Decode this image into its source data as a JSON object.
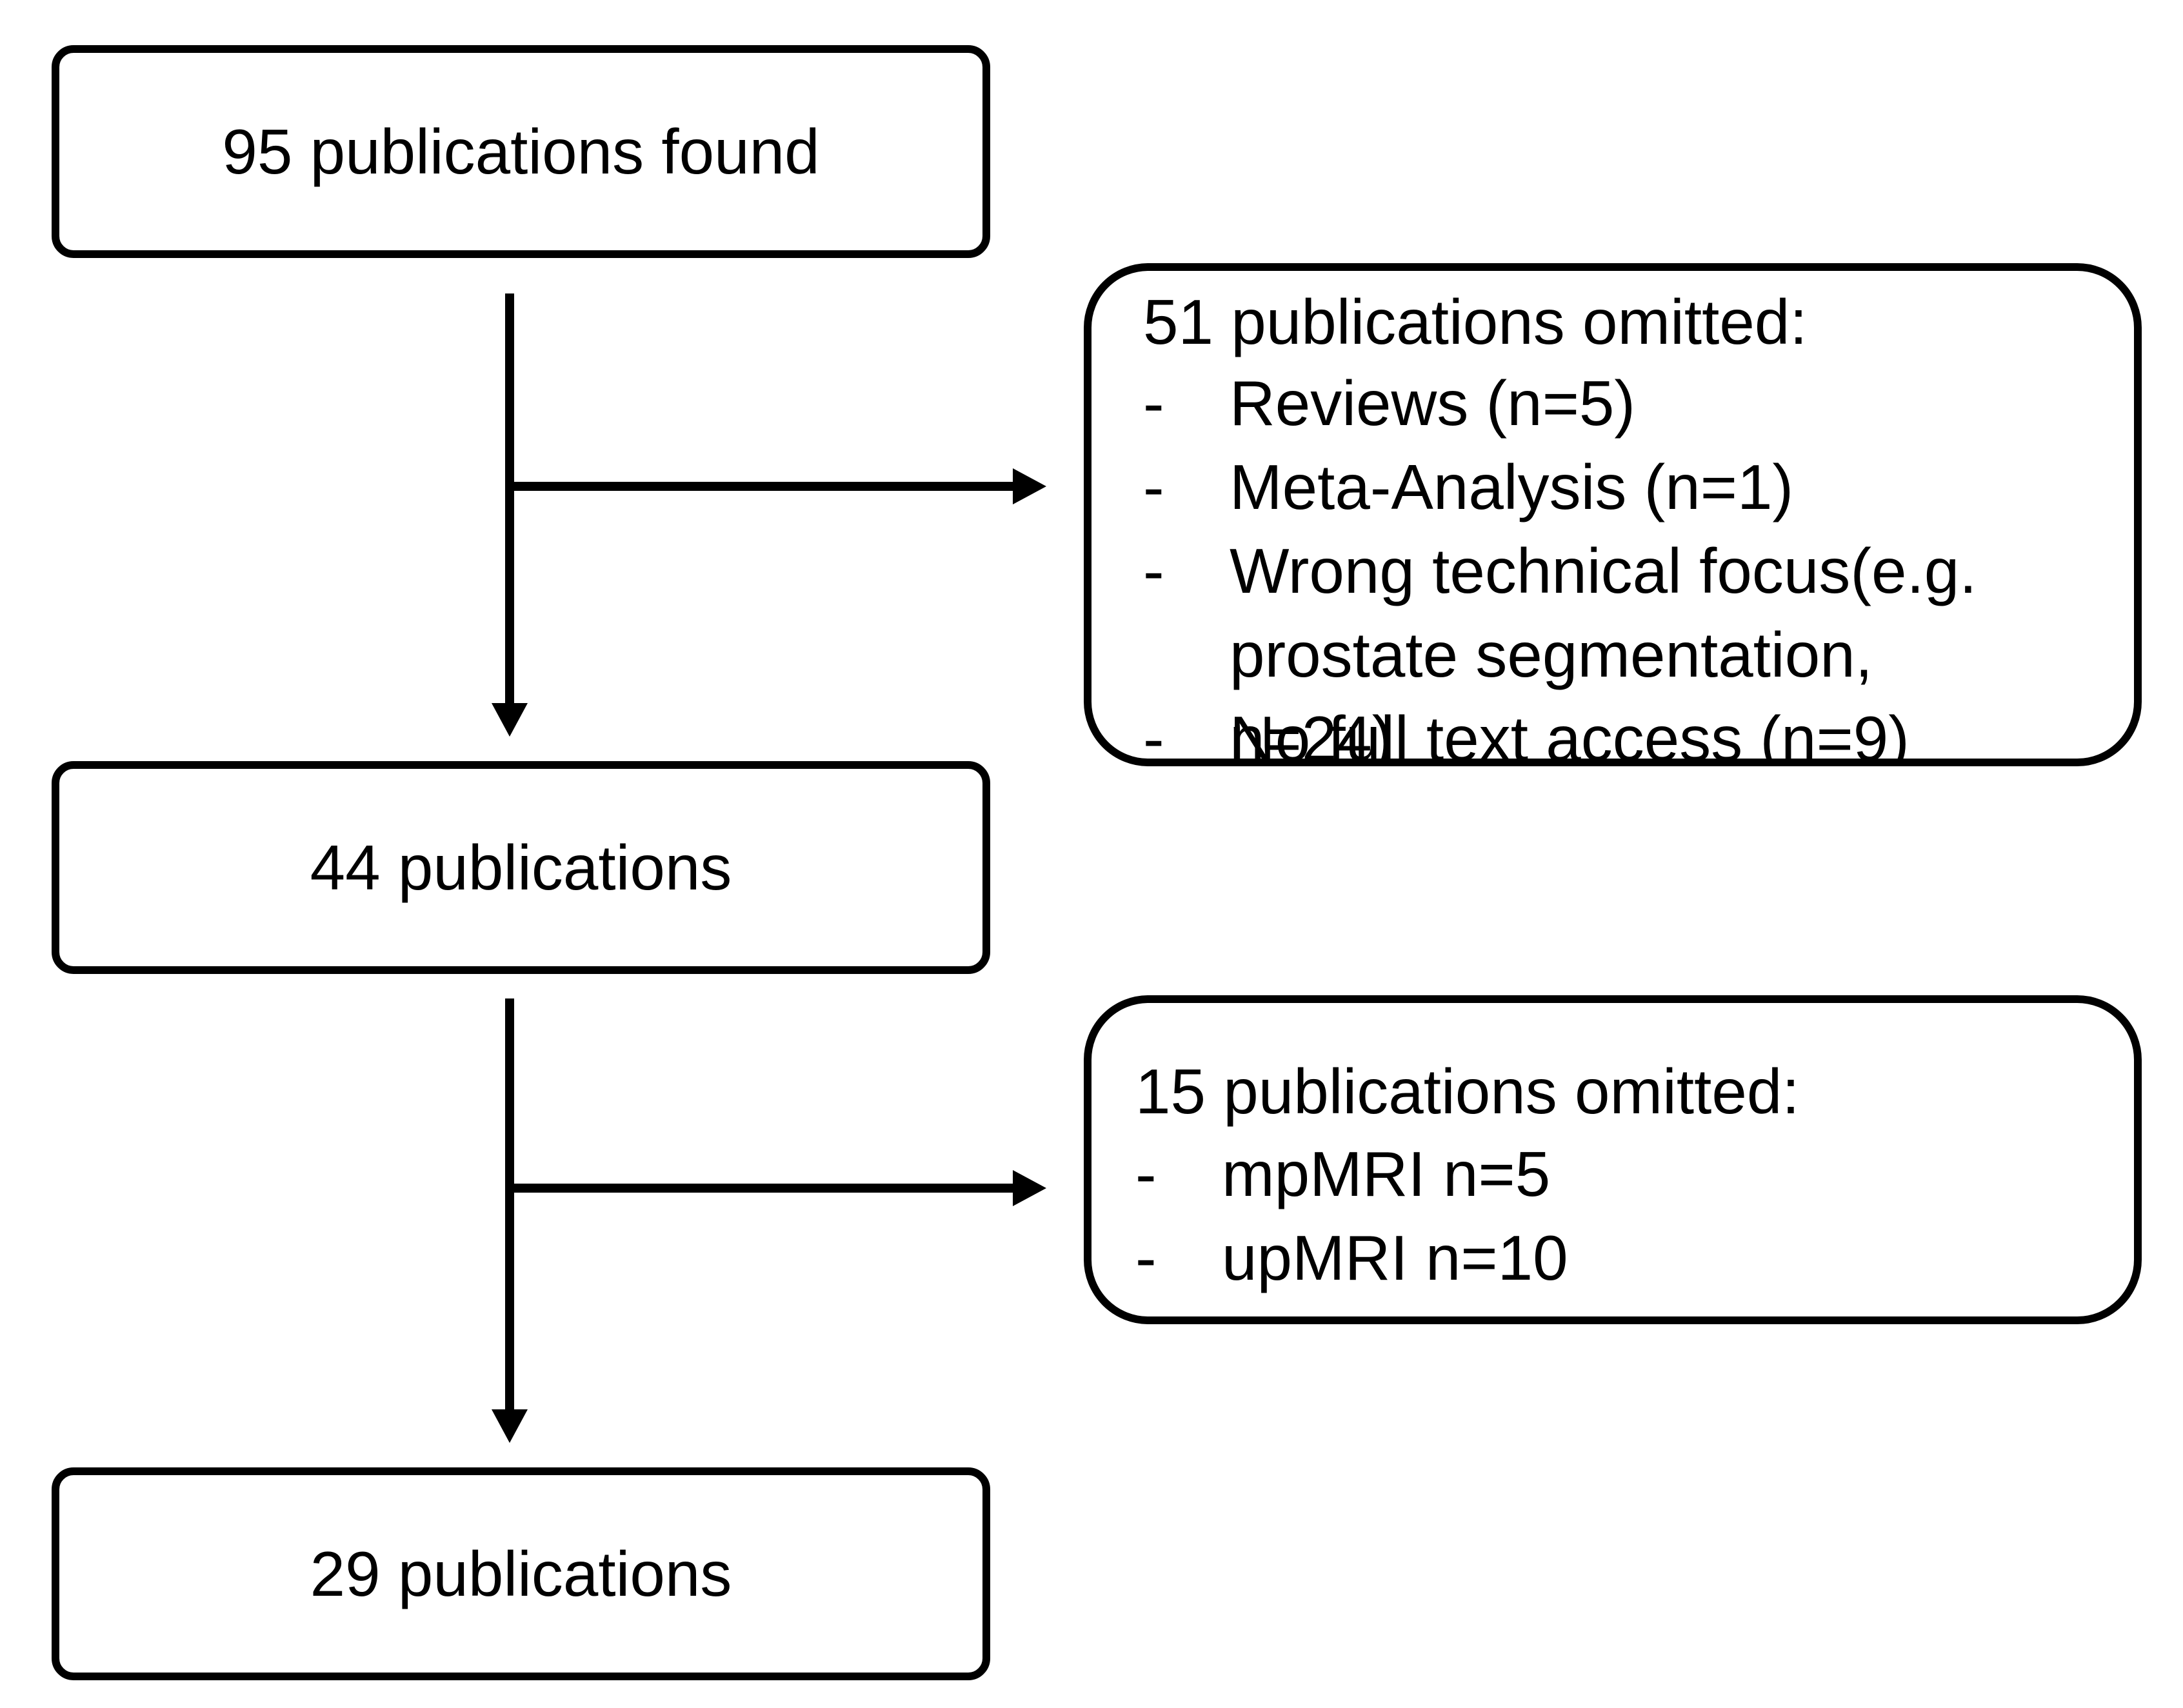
{
  "boxes": {
    "found": "95 publications found",
    "after_first": "44 publications",
    "final": "29 publications"
  },
  "omitted_1": {
    "title": "51 publications omitted:",
    "items": [
      {
        "dash": "-",
        "text": "Reviews (n=5)"
      },
      {
        "dash": "-",
        "text": "Meta-Analysis (n=1)"
      },
      {
        "dash": "-",
        "text": "Wrong technical focus(e.g. prostate segmentation, n=24)"
      },
      {
        "dash": "-",
        "text": "No full text access (n=9)"
      }
    ]
  },
  "omitted_2": {
    "title": "15 publications omitted:",
    "items": [
      {
        "dash": "-",
        "text": "mpMRI n=5"
      },
      {
        "dash": "-",
        "text": "upMRI n=10"
      }
    ]
  },
  "colors": {
    "stroke": "#000000",
    "background": "#ffffff"
  }
}
